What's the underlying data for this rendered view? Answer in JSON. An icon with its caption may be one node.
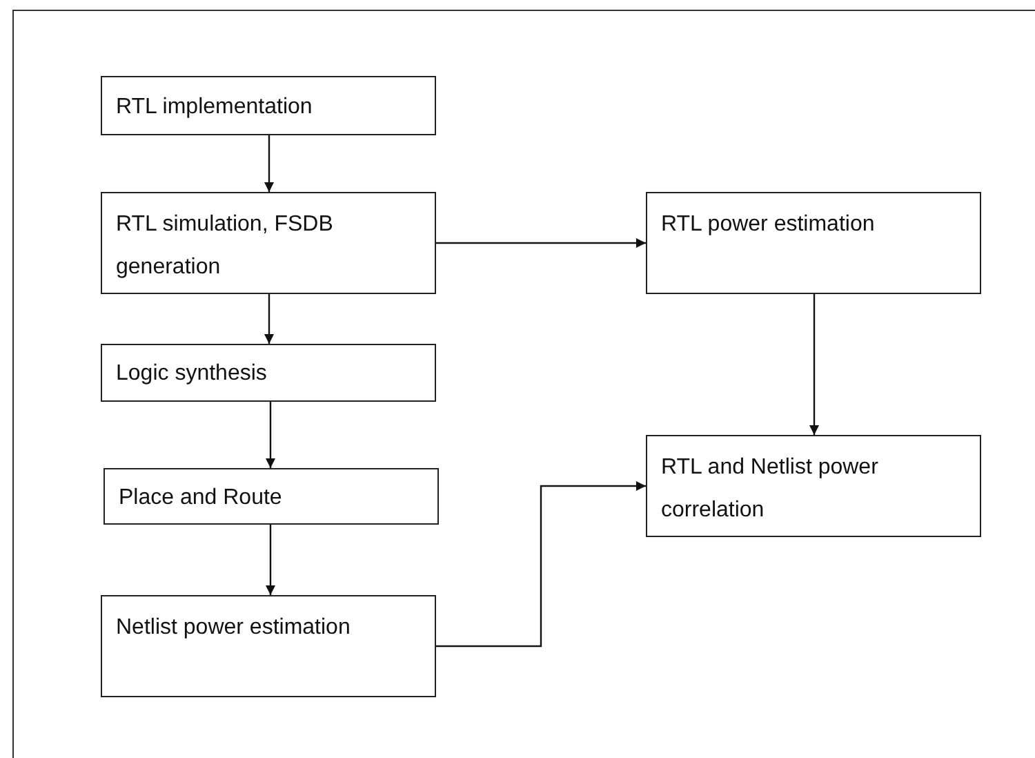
{
  "diagram": {
    "nodes": [
      {
        "text": [
          "RTL implementation"
        ]
      },
      {
        "text": [
          "RTL simulation, FSDB generation"
        ]
      },
      {
        "text": [
          "Logic synthesis"
        ]
      },
      {
        "text": [
          "Place and Route"
        ]
      },
      {
        "text": [
          "Netlist power estimation"
        ]
      },
      {
        "text": [
          "RTL power estimation"
        ]
      },
      {
        "text": [
          "RTL and Netlist power correlation"
        ]
      }
    ],
    "edges": [
      {
        "from": 0,
        "to": 1,
        "arrow": "to"
      },
      {
        "from": 1,
        "to": 2,
        "arrow": "to"
      },
      {
        "from": 1,
        "to": 5,
        "arrow": "to"
      },
      {
        "from": 2,
        "to": 3,
        "arrow": "to"
      },
      {
        "from": 3,
        "to": 4,
        "arrow": "to"
      },
      {
        "from": 5,
        "to": 6,
        "arrow": "to"
      },
      {
        "from": 4,
        "to": 6,
        "arrow": "to"
      }
    ]
  }
}
